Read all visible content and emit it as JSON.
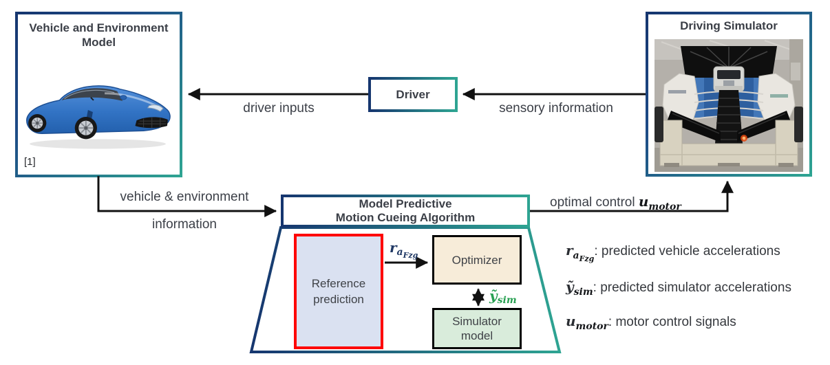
{
  "colors": {
    "gradient_start": "#16366f",
    "gradient_end": "#2ea492",
    "red_border": "#fe0101",
    "reference_fill": "#dae1f1",
    "optimizer_fill": "#f7ecd9",
    "simulator_model_fill": "#d9ecdb",
    "green_symbol": "#28a052",
    "navy_symbol": "#1f3864",
    "text_dark": "#3b3f47",
    "arrow": "#111111"
  },
  "vehicle_box": {
    "title_line1": "Vehicle and Environment",
    "title_line2": "Model",
    "citation": "[1]"
  },
  "driver_box": {
    "label": "Driver"
  },
  "simulator_box": {
    "title": "Driving Simulator"
  },
  "mpc_header": {
    "line1": "Model Predictive",
    "line2": "Motion Cueing Algorithm"
  },
  "inner_boxes": {
    "reference": {
      "line1": "Reference",
      "line2": "prediction"
    },
    "optimizer": {
      "label": "Optimizer"
    },
    "simulator_model": {
      "line1": "Simulator",
      "line2": "model"
    }
  },
  "edge_labels": {
    "driver_inputs": "driver inputs",
    "sensory_information": "sensory information",
    "vehicle_env_line1": "vehicle & environment",
    "vehicle_env_line2": "information",
    "optimal_control_prefix": "optimal control ",
    "optimal_control_symbol": "u",
    "optimal_control_sub": "motor",
    "r_symbol": "r",
    "r_sub": "a",
    "r_subsub": "Fzg",
    "y_symbol": "ỹ",
    "y_sub": "sim"
  },
  "legend": {
    "item1": {
      "sym": "r",
      "sub1": "a",
      "sub2": "Fzg",
      "desc": ": predicted vehicle accelerations"
    },
    "item2": {
      "sym": "ỹ",
      "sub1": "sim",
      "desc": ": predicted simulator accelerations"
    },
    "item3": {
      "sym": "u",
      "sub1": "motor",
      "desc": ": motor control signals"
    }
  }
}
